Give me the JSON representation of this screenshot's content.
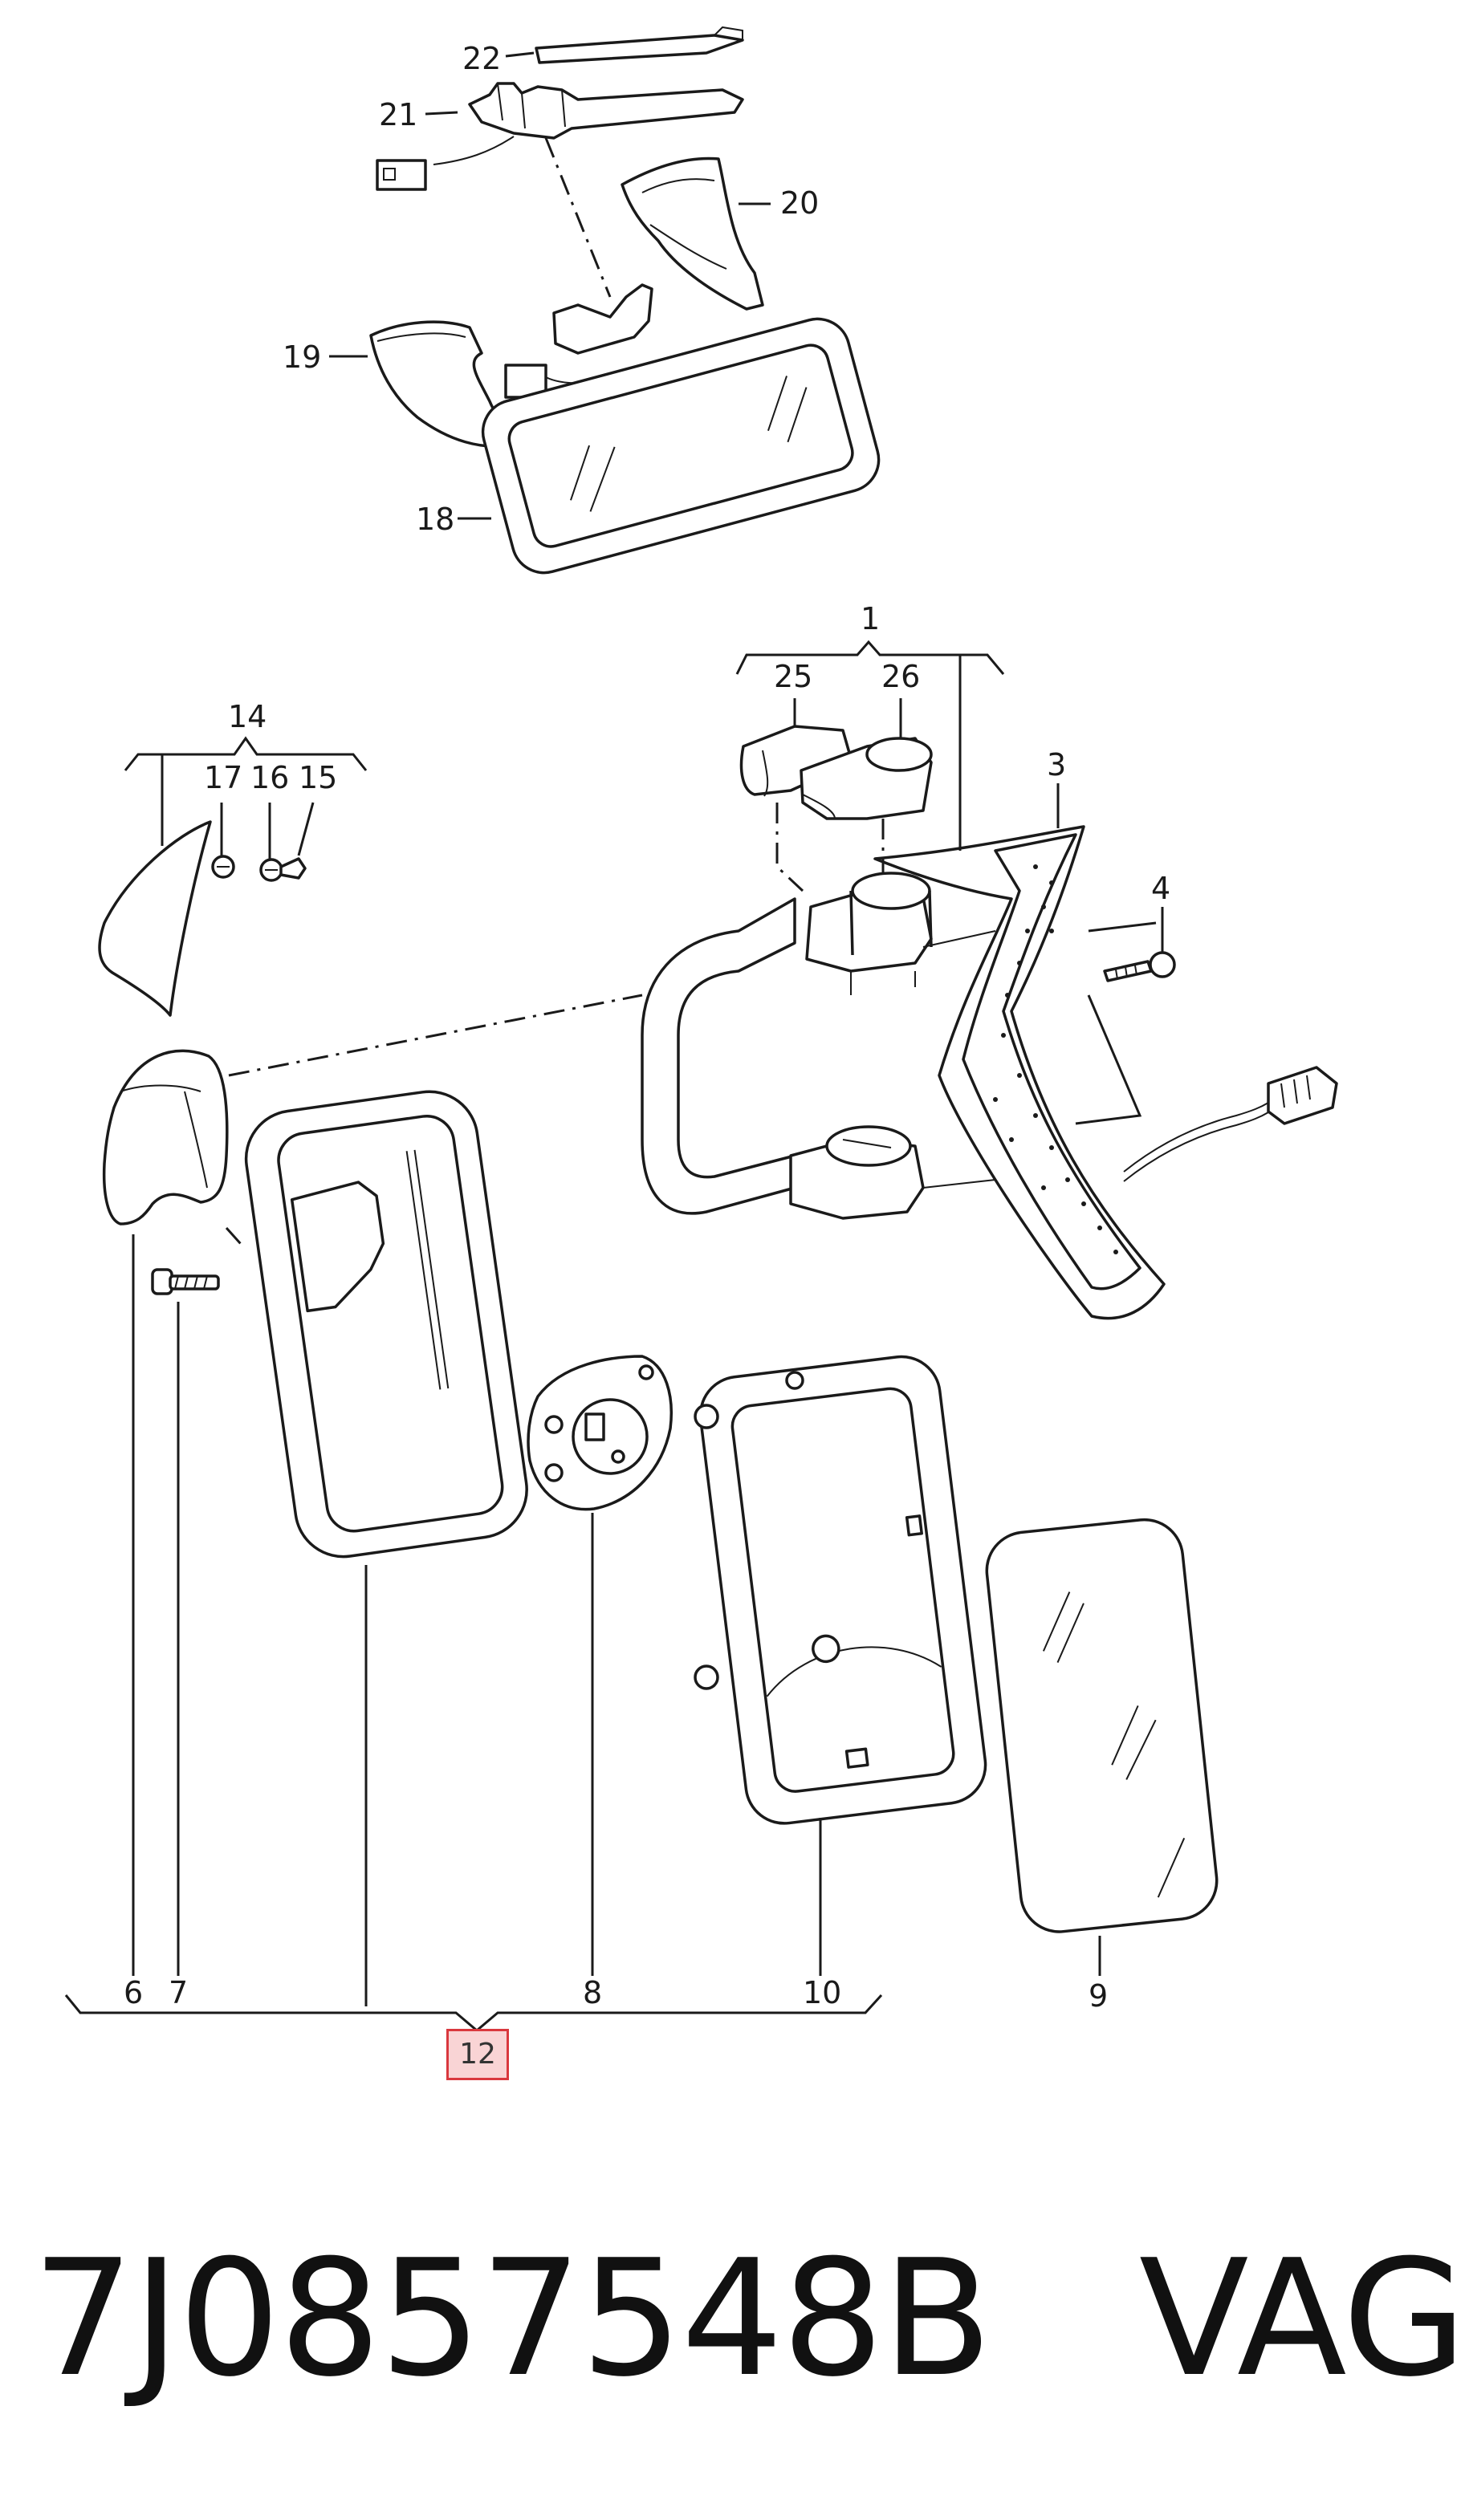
{
  "callouts": {
    "c1": "1",
    "c3": "3",
    "c4": "4",
    "c6": "6",
    "c7": "7",
    "c8": "8",
    "c9": "9",
    "c10": "10",
    "c12": "12",
    "c14": "14",
    "c15": "15",
    "c16": "16",
    "c17": "17",
    "c18": "18",
    "c19": "19",
    "c20": "20",
    "c21": "21",
    "c22": "22",
    "c25": "25",
    "c26": "26"
  },
  "highlight": {
    "label": "12",
    "border_color": "#d9383e",
    "fill_color": "#f9d4d5"
  },
  "caption": {
    "part_number": "7J0857548B",
    "brand": "VAG",
    "text": "7J0857548B   VAG"
  }
}
